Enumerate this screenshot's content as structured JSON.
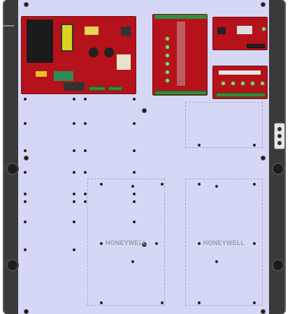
{
  "enclosure": {
    "colors": {
      "frame": "#3a3a3a",
      "backplate": "#d5d8f5",
      "board": "#b5121b",
      "terminal": "#2f8f3a",
      "led": "#7be35b"
    }
  },
  "mount_slots": [
    {
      "label": ""
    },
    {
      "label": ""
    },
    {
      "label": "HONEYWELL"
    },
    {
      "label": "HONEYWELL"
    }
  ],
  "boards": [
    {
      "name": "power-supply-board"
    },
    {
      "name": "relay-board"
    },
    {
      "name": "controller-module"
    },
    {
      "name": "output-module"
    }
  ]
}
